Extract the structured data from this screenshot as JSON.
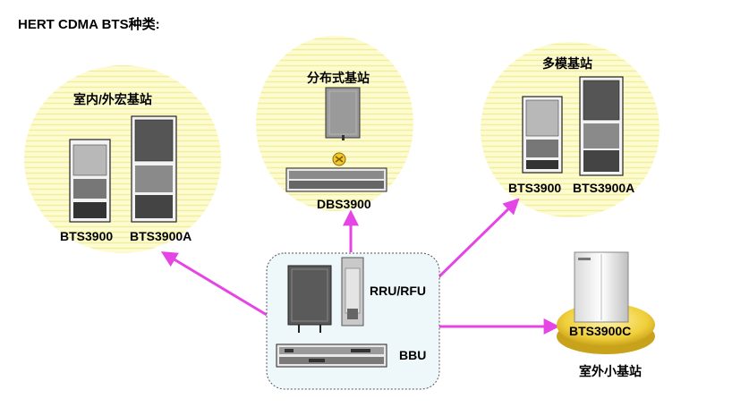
{
  "title": "HERT CDMA BTS种类:",
  "groups": {
    "indoor_outdoor_macro": {
      "title": "室内/外宏基站",
      "model_a": "BTS3900",
      "model_b": "BTS3900A"
    },
    "distributed": {
      "title": "分布式基站",
      "model": "DBS3900"
    },
    "multimode": {
      "title": "多模基站",
      "model_a": "BTS3900",
      "model_b": "BTS3900A"
    },
    "outdoor_small": {
      "model": "BTS3900C",
      "caption": "室外小基站"
    }
  },
  "center_box": {
    "rru_label": "RRU/RFU",
    "bbu_label": "BBU"
  },
  "colors": {
    "circle_fill": "#fbf9c6",
    "arrow": "#e645e6",
    "pedestal": "#f2d34a",
    "box_fill": "#eef7fa",
    "box_border": "#555555"
  }
}
